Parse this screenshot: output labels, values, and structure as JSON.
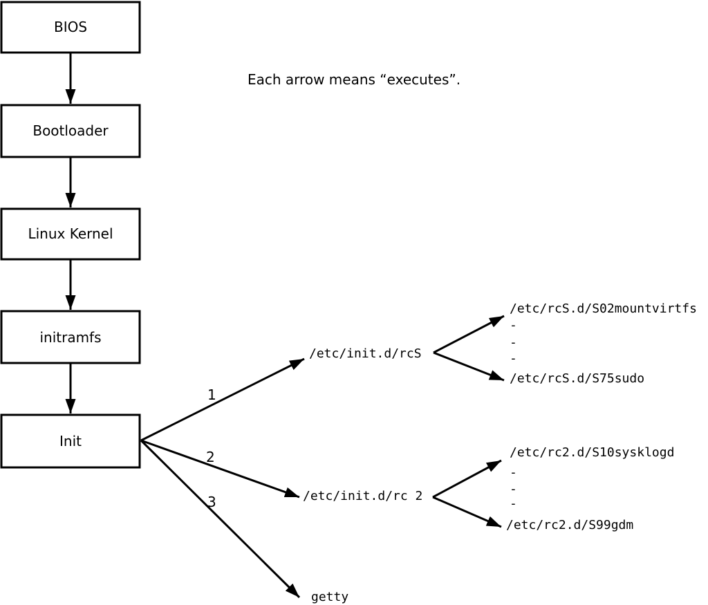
{
  "diagram": {
    "caption": "Each arrow means “executes”.",
    "colors": {
      "background": "#ffffff",
      "stroke": "#000000",
      "text": "#000000"
    },
    "boot_chain": [
      {
        "label": "BIOS"
      },
      {
        "label": "Bootloader"
      },
      {
        "label": "Linux Kernel"
      },
      {
        "label": "initramfs"
      },
      {
        "label": "Init"
      }
    ],
    "init_branches": [
      {
        "order": "1",
        "target": "/etc/init.d/rcS",
        "children": [
          "/etc/rcS.d/S02mountvirtfs",
          "-",
          "-",
          "-",
          "/etc/rcS.d/S75sudo"
        ]
      },
      {
        "order": "2",
        "target": "/etc/init.d/rc 2",
        "children": [
          "/etc/rc2.d/S10sysklogd",
          "-",
          "-",
          "-",
          "/etc/rc2.d/S99gdm"
        ]
      },
      {
        "order": "3",
        "target": "getty"
      }
    ]
  }
}
